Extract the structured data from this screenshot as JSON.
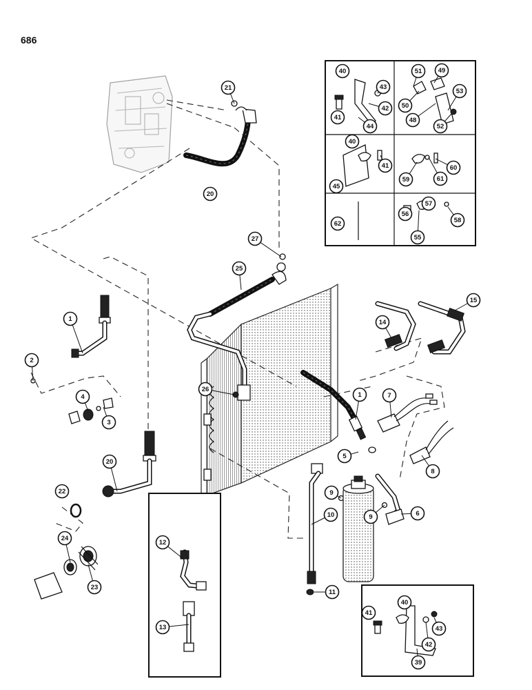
{
  "page_number": "686",
  "callouts": {
    "c1a": "1",
    "c1b": "1",
    "c2": "2",
    "c3": "3",
    "c4": "4",
    "c5": "5",
    "c6": "6",
    "c7": "7",
    "c8": "8",
    "c9a": "9",
    "c9b": "9",
    "c10": "10",
    "c11": "11",
    "c12": "12",
    "c13": "13",
    "c14": "14",
    "c15": "15",
    "c20a": "20",
    "c20b": "20",
    "c21": "21",
    "c22": "22",
    "c23": "23",
    "c24": "24",
    "c25": "25",
    "c26": "26",
    "c27": "27",
    "c39": "39",
    "c40a": "40",
    "c40b": "40",
    "c40c": "40",
    "c41a": "41",
    "c41b": "41",
    "c41c": "41",
    "c42a": "42",
    "c42b": "42",
    "c43a": "43",
    "c43b": "43",
    "c44": "44",
    "c45": "45",
    "c48": "48",
    "c49": "49",
    "c50": "50",
    "c51": "51",
    "c52": "52",
    "c53": "53",
    "c55": "55",
    "c56": "56",
    "c57": "57",
    "c58": "58",
    "c59": "59",
    "c60": "60",
    "c61": "61",
    "c62": "62"
  }
}
